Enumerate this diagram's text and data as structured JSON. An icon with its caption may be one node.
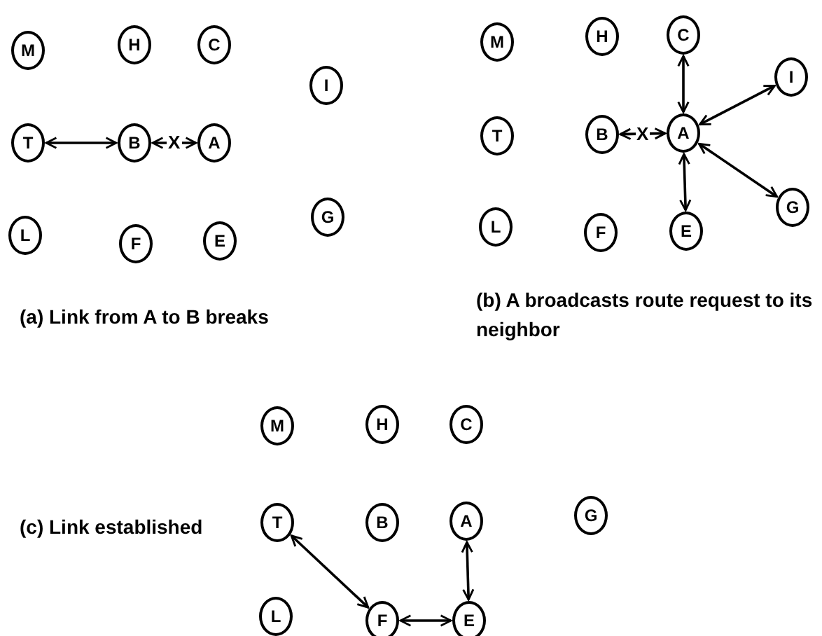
{
  "diagram": {
    "nodes": [
      {
        "text": [
          "M"
        ]
      },
      {
        "text": [
          "H"
        ]
      },
      {
        "text": [
          "C"
        ]
      },
      {
        "text": [
          "I"
        ]
      },
      {
        "text": [
          "T"
        ]
      },
      {
        "text": [
          "B"
        ]
      },
      {
        "text": [
          "A"
        ]
      },
      {
        "text": [
          "L"
        ]
      },
      {
        "text": [
          "F"
        ]
      },
      {
        "text": [
          "E"
        ]
      },
      {
        "text": [
          "G"
        ]
      },
      {
        "text": [
          "M"
        ]
      },
      {
        "text": [
          "H"
        ]
      },
      {
        "text": [
          "C"
        ]
      },
      {
        "text": [
          "I"
        ]
      },
      {
        "text": [
          "T"
        ]
      },
      {
        "text": [
          "B"
        ]
      },
      {
        "text": [
          "A"
        ]
      },
      {
        "text": [
          "L"
        ]
      },
      {
        "text": [
          "F"
        ]
      },
      {
        "text": [
          "E"
        ]
      },
      {
        "text": [
          "G"
        ]
      },
      {
        "text": [
          "M"
        ]
      },
      {
        "text": [
          "H"
        ]
      },
      {
        "text": [
          "C"
        ]
      },
      {
        "text": [
          "T"
        ]
      },
      {
        "text": [
          "B"
        ]
      },
      {
        "text": [
          "A"
        ]
      },
      {
        "text": [
          "G"
        ]
      },
      {
        "text": [
          "L"
        ]
      },
      {
        "text": [
          "F"
        ]
      },
      {
        "text": [
          "E"
        ]
      }
    ],
    "edges": [
      {
        "from": 4,
        "to": 5,
        "arrow": "both"
      },
      {
        "from": 5,
        "to": 6,
        "arrow": "both",
        "label": "X"
      },
      {
        "from": 16,
        "to": 17,
        "arrow": "both",
        "label": "X"
      },
      {
        "from": 17,
        "to": 13,
        "arrow": "both"
      },
      {
        "from": 17,
        "to": 14,
        "arrow": "both"
      },
      {
        "from": 17,
        "to": 21,
        "arrow": "both"
      },
      {
        "from": 17,
        "to": 20,
        "arrow": "both"
      },
      {
        "from": 25,
        "to": 30,
        "arrow": "both"
      },
      {
        "from": 30,
        "to": 31,
        "arrow": "both"
      },
      {
        "from": 31,
        "to": 27,
        "arrow": "both"
      }
    ],
    "labels": [
      "(a) Link from A to B breaks",
      "(b) A broadcasts route request to its neighbor",
      "(c) Link established"
    ]
  }
}
